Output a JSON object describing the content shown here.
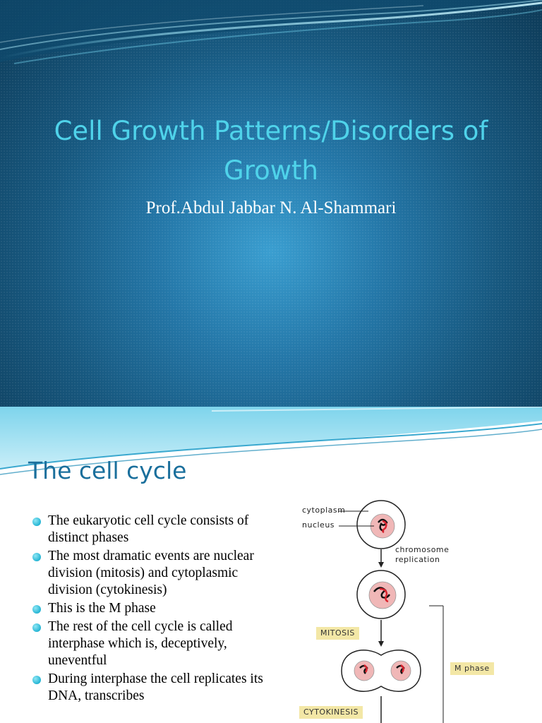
{
  "slide1": {
    "title": "Cell Growth Patterns/Disorders of Growth",
    "subtitle": "Prof.Abdul Jabbar N. Al-Shammari",
    "colors": {
      "background": "#17587f",
      "title": "#4fd3ea",
      "subtitle": "#ffffff"
    }
  },
  "slide2": {
    "title": "The cell cycle",
    "bullets": [
      "The eukaryotic cell cycle consists of distinct phases",
      "The most dramatic events are nuclear division (mitosis) and cytoplasmic division (cytokinesis)",
      "This is the M phase",
      "The rest of the cell cycle is called interphase which is, deceptively, uneventful",
      "During interphase the cell replicates its DNA, transcribes"
    ],
    "diagram": {
      "cytoplasm": "cytoplasm",
      "nucleus": "nucleus",
      "chromosome": "chromosome",
      "replication": "replication",
      "mitosis": "MITOSIS",
      "cytokinesis": "CYTOKINESIS",
      "m_phase": "M phase"
    },
    "colors": {
      "title": "#1a6f9c",
      "bullet": "#25b5d4",
      "phase_box": "#f3e7a6",
      "chromosome": "#d9232e"
    }
  }
}
